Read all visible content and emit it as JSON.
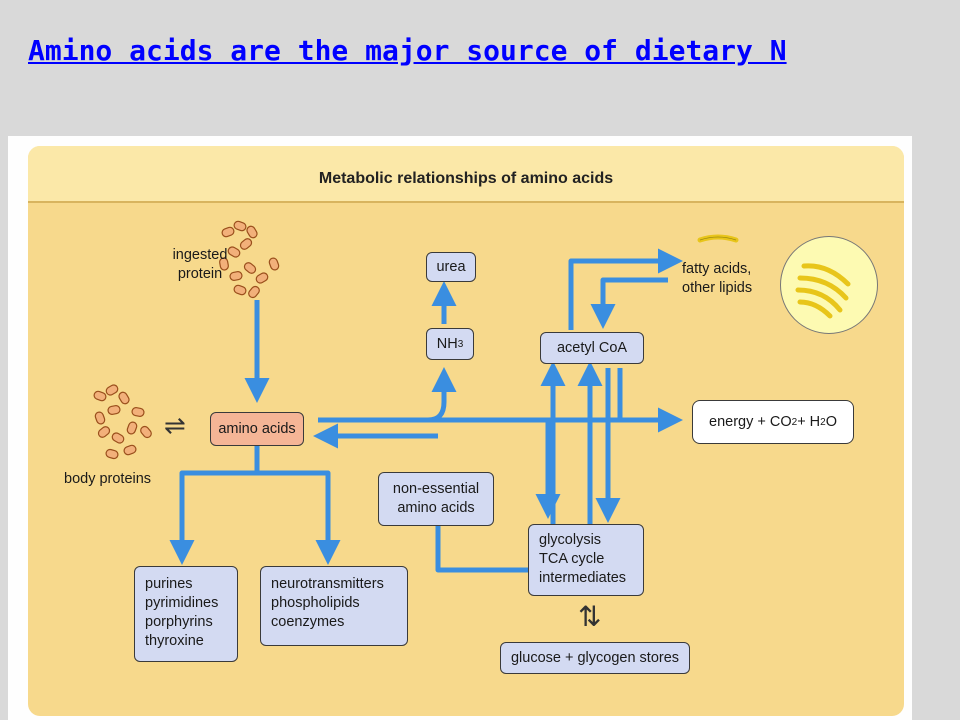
{
  "slide": {
    "title": "Amino acids are the major source of dietary N"
  },
  "figure": {
    "title": "Metabolic relationships of amino acids",
    "ingested_protein": [
      "ingested",
      "protein"
    ],
    "body_proteins": "body proteins",
    "equilibrium_symbol": "⇌",
    "amino_acids": "amino acids",
    "urea": "urea",
    "nh3": {
      "base": "NH",
      "sub": "3"
    },
    "acetyl_coa": "acetyl CoA",
    "fatty_acids": [
      "fatty acids,",
      "other lipids"
    ],
    "energy": {
      "a": "energy + CO",
      "sub1": "2",
      "b": " + H",
      "sub2": "2",
      "c": "O"
    },
    "non_essential": [
      "non-essential",
      "amino acids"
    ],
    "glycolysis": [
      "glycolysis",
      "TCA cycle",
      "intermediates"
    ],
    "purines_box": [
      "purines",
      "pyrimidines",
      "porphyrins",
      "thyroxine"
    ],
    "neuro_box": [
      "neurotransmitters",
      "phospholipids",
      "coenzymes"
    ],
    "reversible_symbol": "⇅",
    "glucose": "glucose + glycogen stores"
  },
  "colors": {
    "title_blue": "#0000ff",
    "arrow_blue": "#3a8ee0",
    "panel": "#f7d98c",
    "box_blue": "#d3daf2",
    "box_salmon": "#f5b596",
    "protein_bead": "#f2b07a"
  },
  "icons": [
    "protein-chain-icon",
    "lipid-strands-icon",
    "arrow-icon"
  ]
}
